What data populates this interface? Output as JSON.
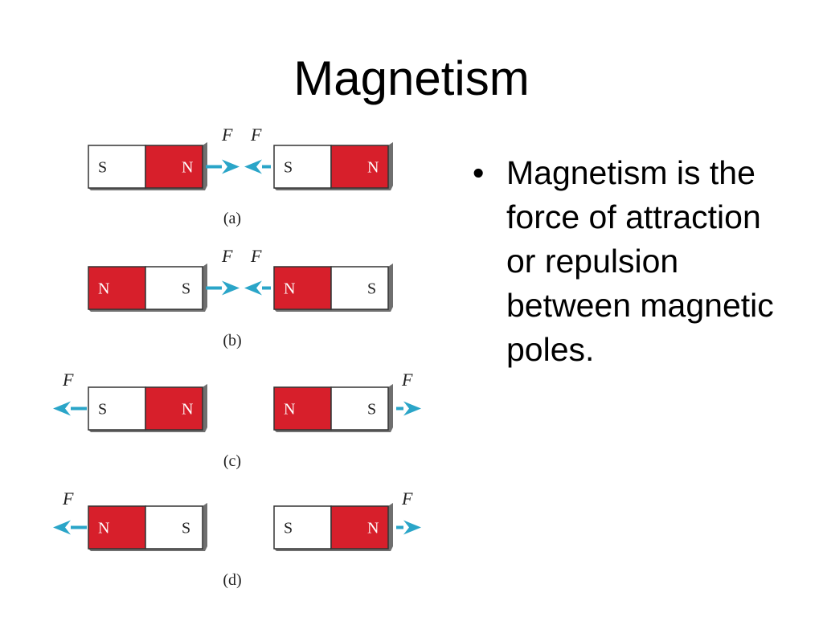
{
  "slide": {
    "title": "Magnetism",
    "bullets": [
      {
        "text": "Magnetism is the force of attraction or repulsion between magnetic poles."
      }
    ]
  },
  "diagram": {
    "force_symbol": "F",
    "colors": {
      "north_fill": "#d71f2b",
      "south_fill": "#ffffff",
      "outline": "#333333",
      "shadow": "#9a9a9a",
      "arrow": "#2aa5c8"
    },
    "panels": [
      {
        "caption": "(a)",
        "magnets": [
          {
            "left_pole": "S",
            "right_pole": "N"
          },
          {
            "left_pole": "S",
            "right_pole": "N"
          }
        ],
        "forces": "inward"
      },
      {
        "caption": "(b)",
        "magnets": [
          {
            "left_pole": "N",
            "right_pole": "S"
          },
          {
            "left_pole": "N",
            "right_pole": "S"
          }
        ],
        "forces": "inward"
      },
      {
        "caption": "(c)",
        "magnets": [
          {
            "left_pole": "S",
            "right_pole": "N"
          },
          {
            "left_pole": "N",
            "right_pole": "S"
          }
        ],
        "forces": "outward"
      },
      {
        "caption": "(d)",
        "magnets": [
          {
            "left_pole": "N",
            "right_pole": "S"
          },
          {
            "left_pole": "S",
            "right_pole": "N"
          }
        ],
        "forces": "outward"
      }
    ]
  }
}
